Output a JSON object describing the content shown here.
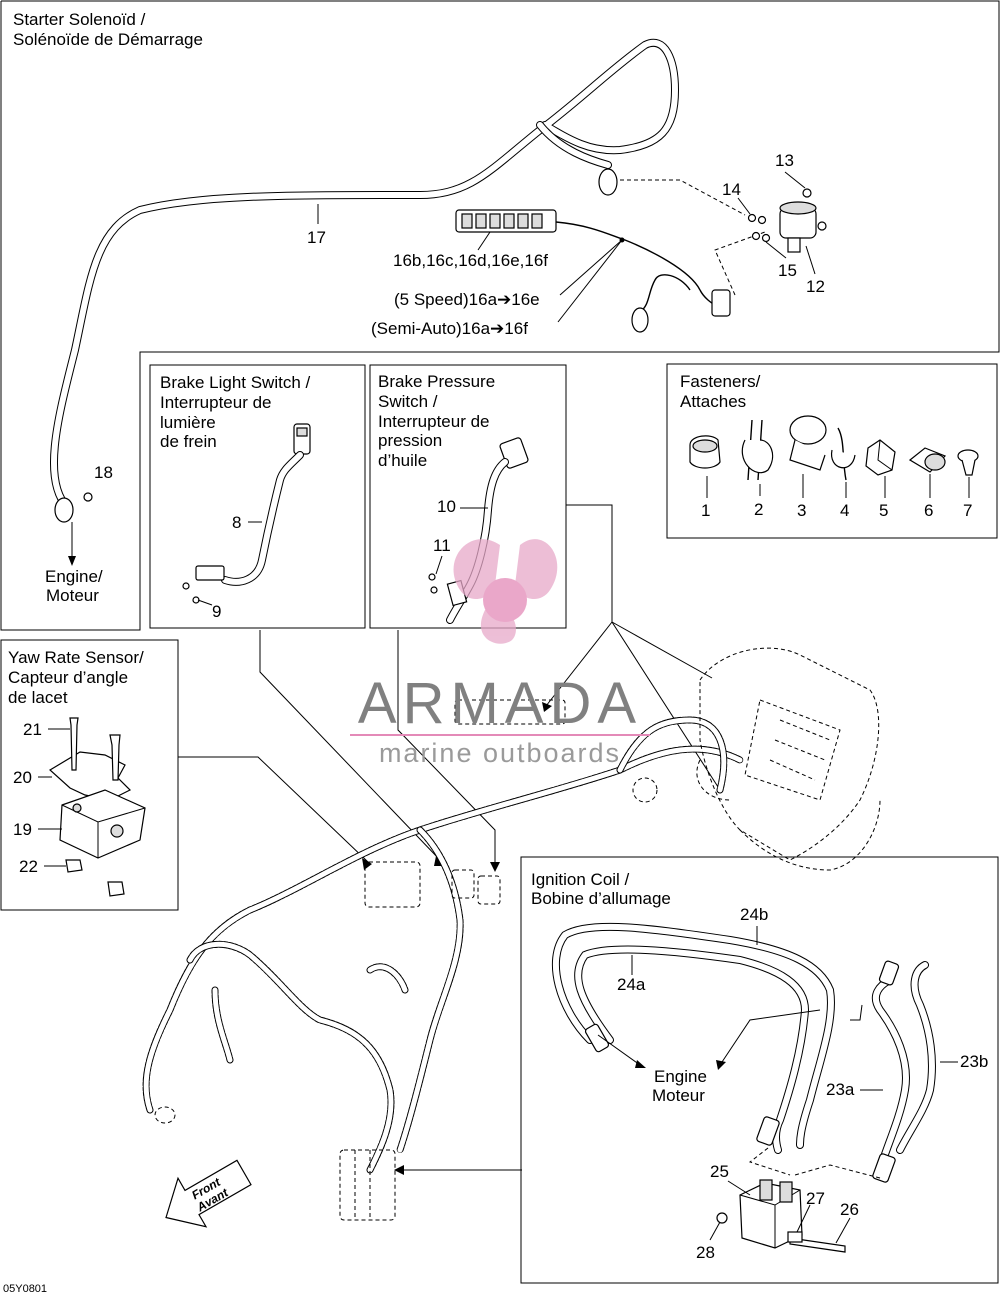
{
  "panels": {
    "starter": {
      "title_line1": "Starter Solenoïd /",
      "title_line2": "Solénoïde de Démarrage"
    },
    "brake_light": {
      "line1": "Brake Light Switch /",
      "line2": "Interrupteur de",
      "line3": "lumière",
      "line4": "de frein"
    },
    "brake_pressure": {
      "line1": "Brake Pressure",
      "line2": "Switch /",
      "line3": "Interrupteur de",
      "line4": "pression",
      "line5": "d’huile"
    },
    "fasteners": {
      "line1": "Fasteners/",
      "line2": "Attaches"
    },
    "yaw": {
      "line1": "Yaw Rate Sensor/",
      "line2": "Capteur d’angle",
      "line3": "de lacet"
    },
    "ignition": {
      "line1": "Ignition Coil /",
      "line2": "Bobine d’allumage"
    }
  },
  "callouts": {
    "c1": "1",
    "c2": "2",
    "c3": "3",
    "c4": "4",
    "c5": "5",
    "c6": "6",
    "c7": "7",
    "c8": "8",
    "c9": "9",
    "c10": "10",
    "c11": "11",
    "c12": "12",
    "c13": "13",
    "c14": "14",
    "c15": "15",
    "c16": "16b,16c,16d,16e,16f",
    "c16e": "(5 Speed)16a➔16e",
    "c16f": "(Semi-Auto)16a➔16f",
    "c17": "17",
    "c18": "18",
    "c19": "19",
    "c20": "20",
    "c21": "21",
    "c22": "22",
    "c23a": "23a",
    "c23b": "23b",
    "c24a": "24a",
    "c24b": "24b",
    "c25": "25",
    "c26": "26",
    "c27": "27",
    "c28": "28"
  },
  "engine_labels": {
    "engine_en": "Engine/",
    "engine_fr": "Moteur",
    "engine2_en": "Engine",
    "engine2_fr": "Moteur"
  },
  "front_label": {
    "line1": "Front",
    "line2": "Avant"
  },
  "watermark": {
    "brand": "ARMADA",
    "tagline": "marine outboards"
  },
  "figure_code": "05Y0801"
}
